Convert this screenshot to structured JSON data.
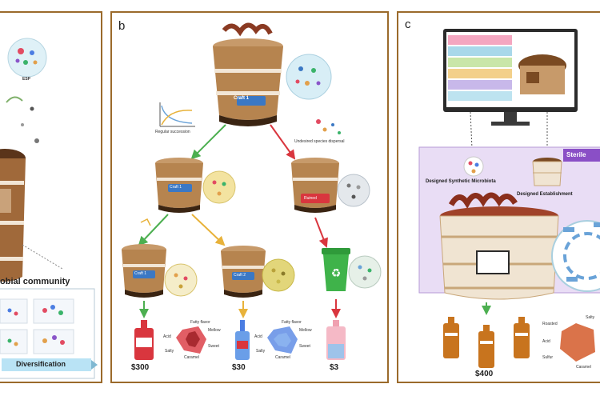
{
  "panel_a": {
    "esp_label": "ESP",
    "community_title": "obial community",
    "diversification_label": "Diversification"
  },
  "panel_b": {
    "label": "b",
    "top_barrel_label": "Craft 1",
    "regular_succession": "Regular succession",
    "unwanted_dispersal": "Undesired species dispersal",
    "mid_left_barrel_label": "Craft 1",
    "mid_right_barrel_label": "Ruined",
    "bottom_left_barrel_label": "Craft 1",
    "bottom_mid_barrel_label": "Craft 2",
    "price_left": "$300",
    "price_mid": "$30",
    "price_right": "$3",
    "radar_left_labels": [
      "Fatty flavor",
      "Mellow",
      "Acid",
      "Sweet",
      "Salty",
      "Caramel"
    ],
    "radar_mid_labels": [
      "Fatty flavor",
      "Mellow",
      "Acid",
      "Sweet",
      "Salty",
      "Caramel"
    ]
  },
  "panel_c": {
    "label": "c",
    "sterile_label": "Sterile",
    "designed_synthetic": "Designed Synthetic Microbiota",
    "designed_establishment": "Designed Establishment",
    "price": "$400",
    "radar_labels": [
      "Roasted",
      "Salty",
      "Acid",
      "Sulfur",
      "Caramel"
    ]
  },
  "colors": {
    "frame": "#9b6a2b",
    "barrel_top": "#c79a6a",
    "barrel_body": "#7a4a22",
    "green_arrow": "#4caf50",
    "red_arrow": "#d9363e",
    "yellow_arrow": "#e8b23a",
    "lavender_box": "#e9ddf5",
    "bottle": "#c8741e",
    "diversification_bar": "#b9e3f5"
  }
}
